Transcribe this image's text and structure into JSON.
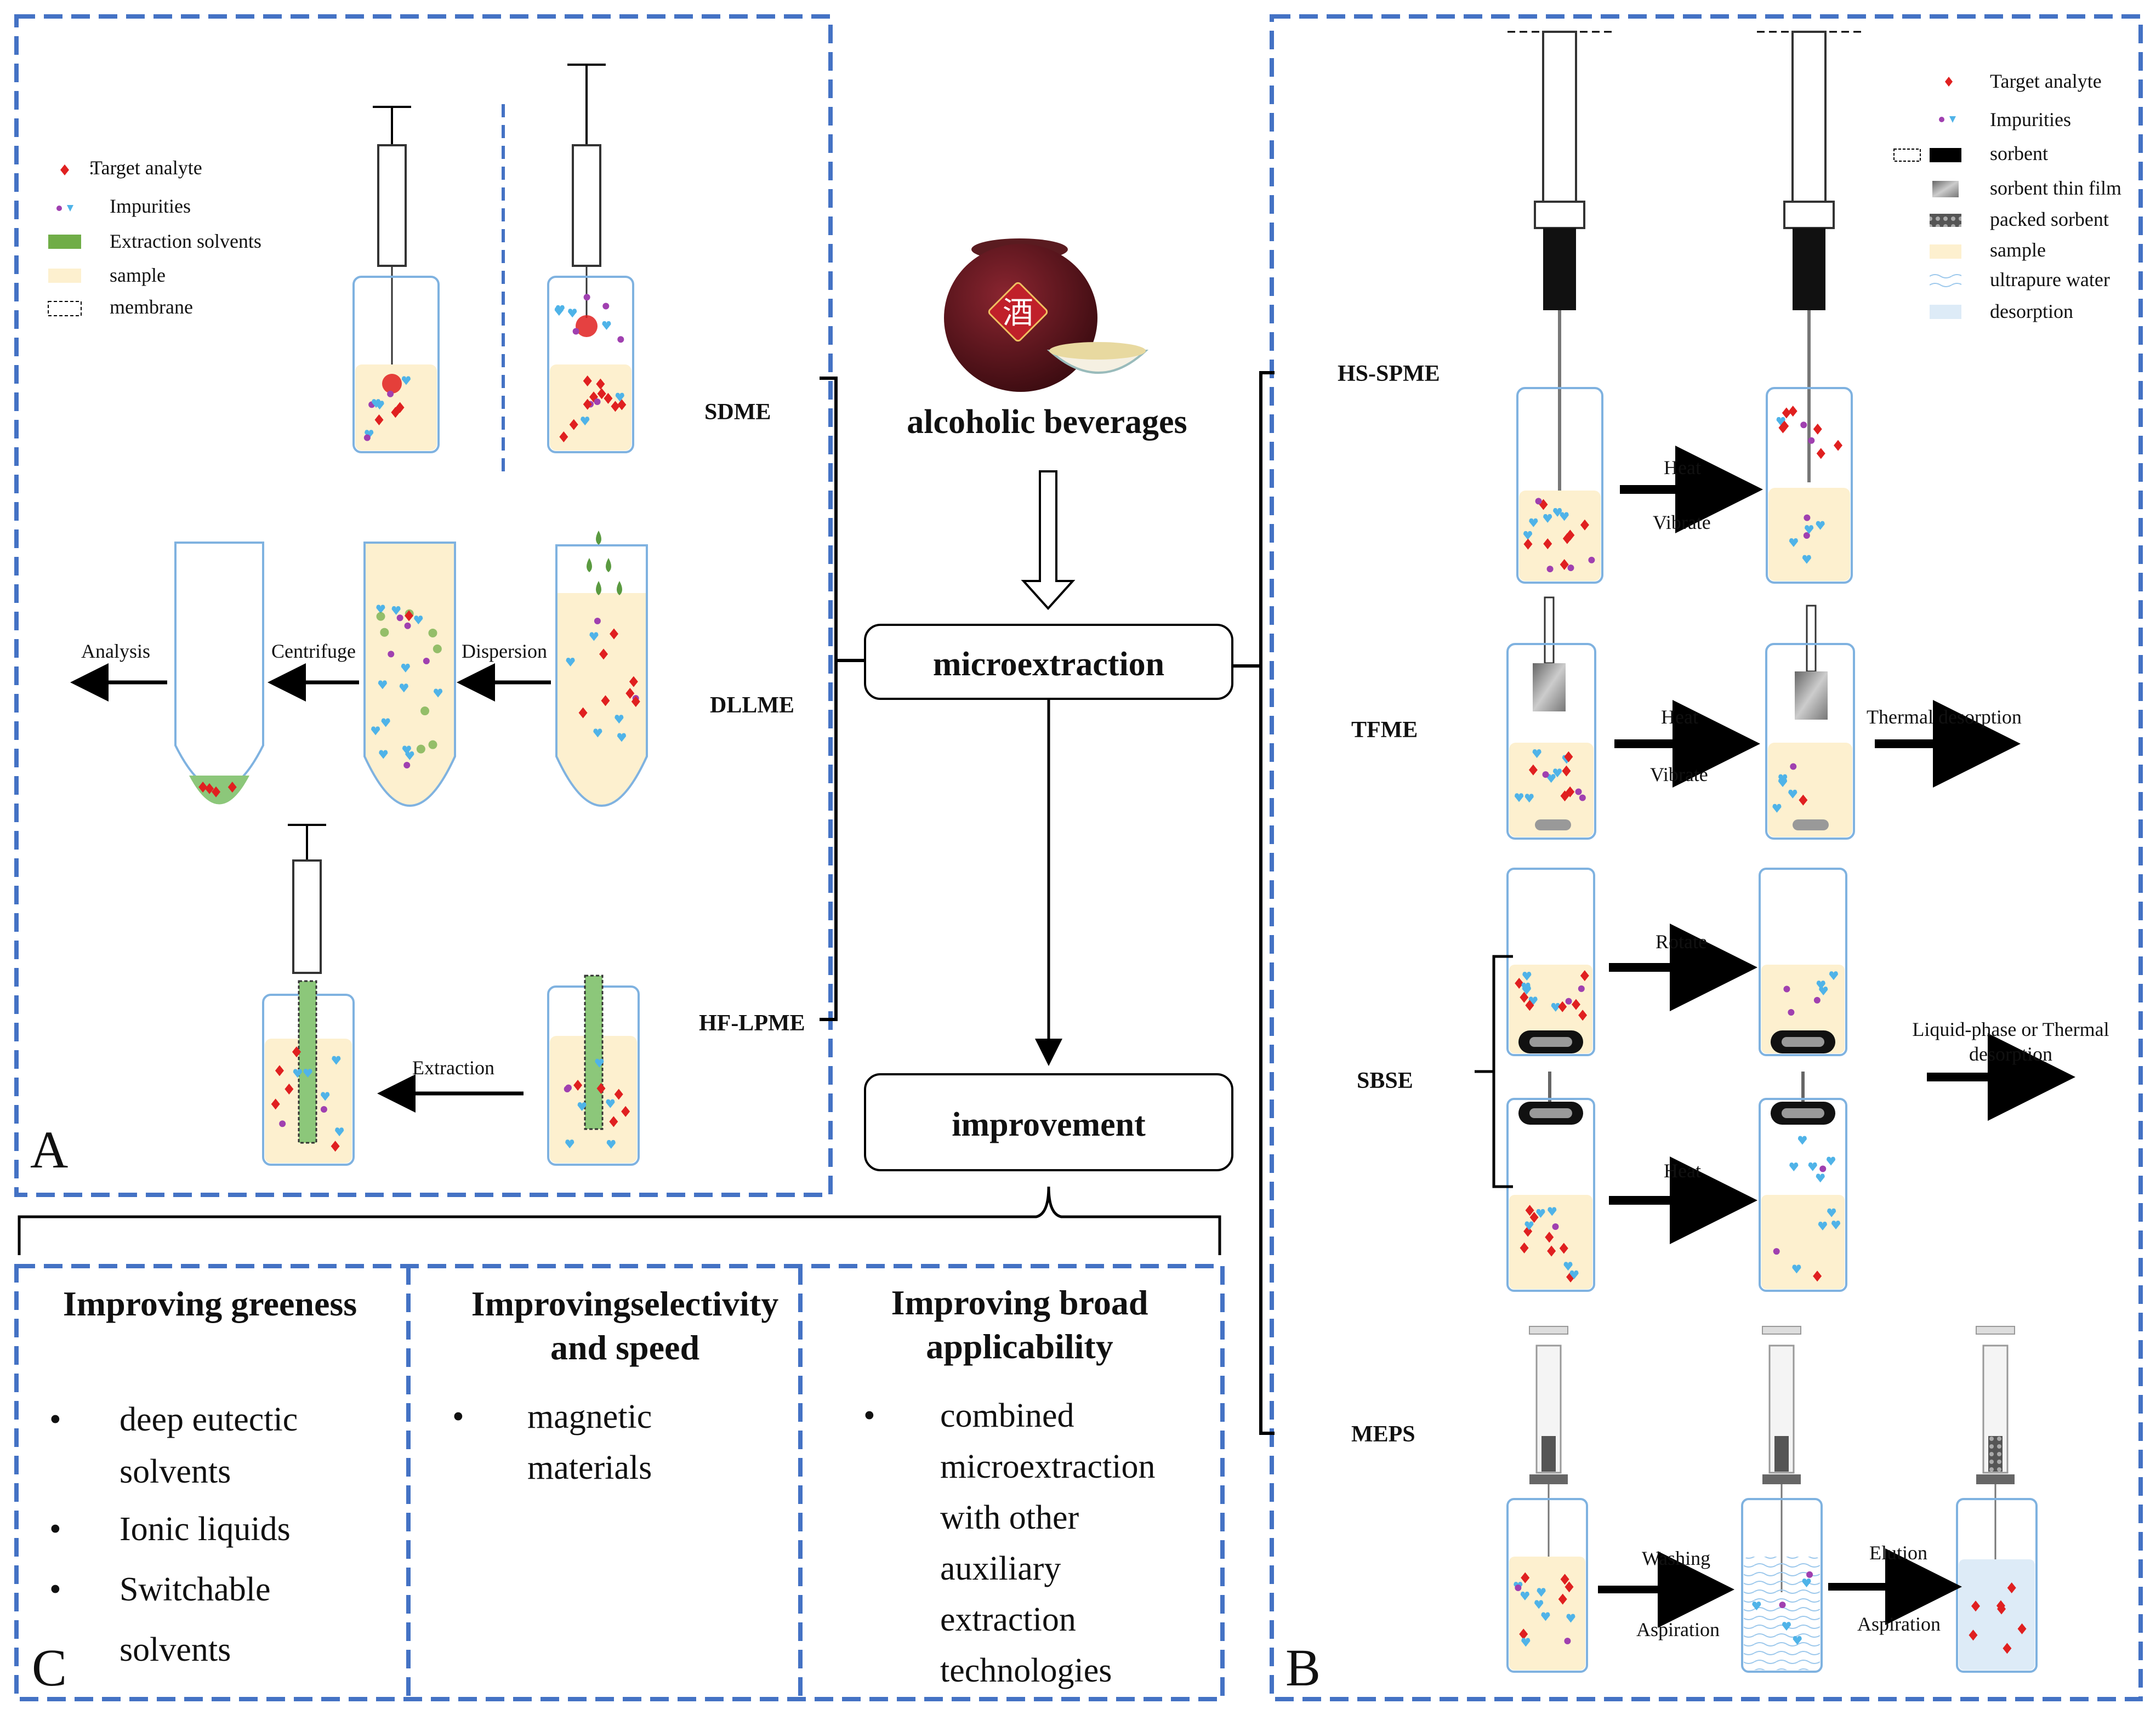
{
  "center": {
    "title": "alcoholic beverages",
    "jar_label": "酒",
    "box1": "microextraction",
    "box2": "improvement"
  },
  "panel_a": {
    "letter": "A",
    "legend": [
      {
        "symbol": "red-diamond",
        "label": "Target analyte"
      },
      {
        "symbol": "impurity-marks",
        "label": "Impurities"
      },
      {
        "symbol": "green-bar",
        "label": "Extraction solvents"
      },
      {
        "symbol": "cream-bar",
        "label": "sample"
      },
      {
        "symbol": "dashed-box",
        "label": "membrane"
      }
    ],
    "methods": {
      "sdme": "SDME",
      "dllme": "DLLME",
      "hflpme": "HF-LPME"
    },
    "steps": {
      "analysis": "Analysis",
      "centrifuge": "Centrifuge",
      "dispersion": "Dispersion",
      "extraction": "Extraction"
    }
  },
  "panel_b": {
    "letter": "B",
    "legend": [
      {
        "symbol": "red-diamond",
        "label": "Target analyte"
      },
      {
        "symbol": "impurity-marks",
        "label": "Impurities"
      },
      {
        "symbol": "black-bar",
        "label": "sorbent"
      },
      {
        "symbol": "grey-film",
        "label": "sorbent thin film"
      },
      {
        "symbol": "packed-bar",
        "label": "packed sorbent"
      },
      {
        "symbol": "cream-bar",
        "label": "sample"
      },
      {
        "symbol": "wavy-bar",
        "label": "ultrapure water"
      },
      {
        "symbol": "blue-bar",
        "label": "desorption"
      }
    ],
    "methods": {
      "hsspme": "HS-SPME",
      "tfme": "TFME",
      "sbse": "SBSE",
      "meps": "MEPS"
    },
    "steps": {
      "heat": "Heat",
      "vibrate": "Vibrate",
      "thermal_desorption": "Thermal desorption",
      "rotate": "Rotate",
      "lp_or_thermal_1": "Liquid-phase or Thermal",
      "lp_or_thermal_2": "desorption",
      "washing": "Washing",
      "aspiration": "Aspiration",
      "elution": "Elution"
    }
  },
  "panel_c": {
    "letter": "C",
    "columns": [
      {
        "title_lines": [
          "Improving greeness"
        ],
        "items": [
          "deep eutectic",
          "solvents",
          "Ionic liquids",
          "Switchable",
          "solvents"
        ],
        "bullets": [
          true,
          false,
          true,
          true,
          false
        ]
      },
      {
        "title_lines": [
          "Improvingselectivity",
          "and speed"
        ],
        "items": [
          "magnetic",
          "materials"
        ],
        "bullets": [
          true,
          false
        ]
      },
      {
        "title_lines": [
          "Improving broad",
          "applicability"
        ],
        "items": [
          "combined",
          "microextraction",
          "with other",
          "auxiliary",
          "extraction",
          "technologies"
        ],
        "bullets": [
          true,
          false,
          false,
          false,
          false,
          false
        ]
      }
    ]
  },
  "colors": {
    "frame": "#4472C4",
    "sample": "#FDF0CF",
    "solvent": "#70AD47",
    "analyte": "#E02020",
    "impurity_blue": "#4FB3E8",
    "impurity_purple": "#A040B0",
    "desorption": "#DDEBF7"
  }
}
